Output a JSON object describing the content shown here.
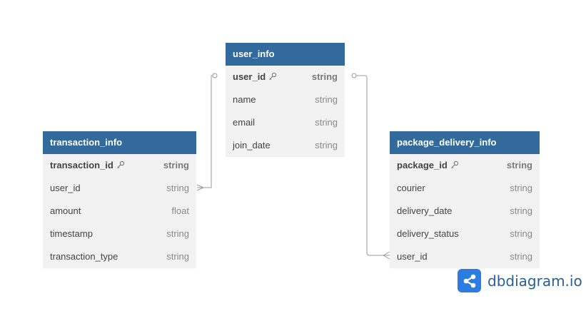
{
  "colors": {
    "header_bg": "#336a9c",
    "row_bg": "#f2f2f2",
    "connector": "#9a9a9a",
    "brand_blue": "#2d7de0",
    "brand_text": "#2b5f8e"
  },
  "tables": {
    "user_info": {
      "title": "user_info",
      "rows": [
        {
          "name": "user_id",
          "type": "string",
          "pk": true
        },
        {
          "name": "name",
          "type": "string"
        },
        {
          "name": "email",
          "type": "string"
        },
        {
          "name": "join_date",
          "type": "string"
        }
      ]
    },
    "transaction_info": {
      "title": "transaction_info",
      "rows": [
        {
          "name": "transaction_id",
          "type": "string",
          "pk": true
        },
        {
          "name": "user_id",
          "type": "string"
        },
        {
          "name": "amount",
          "type": "float"
        },
        {
          "name": "timestamp",
          "type": "string"
        },
        {
          "name": "transaction_type",
          "type": "string"
        }
      ]
    },
    "package_delivery_info": {
      "title": "package_delivery_info",
      "rows": [
        {
          "name": "package_id",
          "type": "string",
          "pk": true
        },
        {
          "name": "courier",
          "type": "string"
        },
        {
          "name": "delivery_date",
          "type": "string"
        },
        {
          "name": "delivery_status",
          "type": "string"
        },
        {
          "name": "user_id",
          "type": "string"
        }
      ]
    }
  },
  "relationships": [
    {
      "from": "user_info.user_id",
      "to": "transaction_info.user_id",
      "cardinality": "one-to-many"
    },
    {
      "from": "user_info.user_id",
      "to": "package_delivery_info.user_id",
      "cardinality": "one-to-many"
    }
  ],
  "icons": {
    "primary_key": "key-icon",
    "brand": "share-nodes-icon"
  },
  "brand": {
    "name": "dbdiagram.io"
  }
}
